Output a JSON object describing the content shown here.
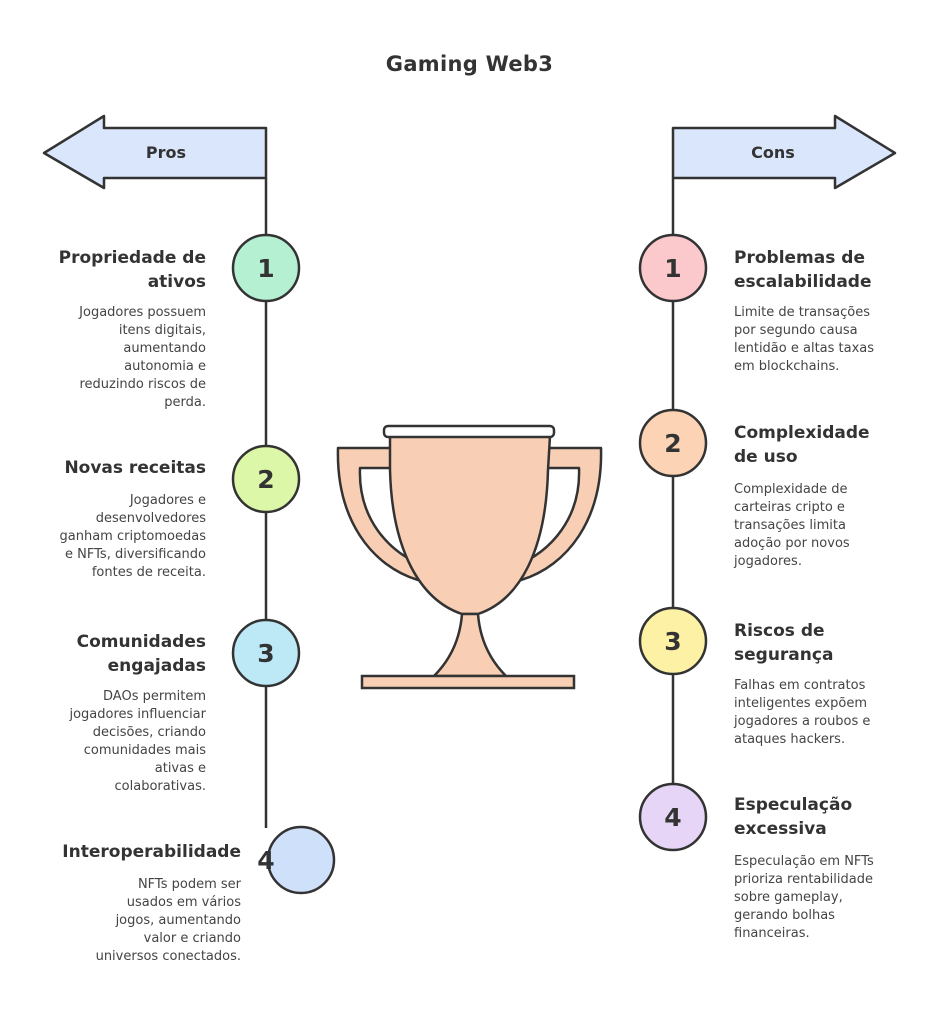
{
  "title": "Gaming Web3",
  "pros": {
    "label": "Pros",
    "items": [
      {
        "number": "1",
        "title_lines": [
          "Propriedade de",
          "ativos"
        ],
        "desc_lines": [
          "Jogadores possuem",
          "itens digitais,",
          "aumentando",
          "autonomia e",
          "reduzindo riscos de",
          "perda."
        ]
      },
      {
        "number": "2",
        "title_lines": [
          "Novas receitas"
        ],
        "desc_lines": [
          "Jogadores e",
          "desenvolvedores",
          "ganham criptomoedas",
          "e NFTs, diversificando",
          "fontes de receita."
        ]
      },
      {
        "number": "3",
        "title_lines": [
          "Comunidades",
          "engajadas"
        ],
        "desc_lines": [
          "DAOs permitem",
          "jogadores influenciar",
          "decisões, criando",
          "comunidades mais",
          "ativas e",
          "colaborativas."
        ]
      },
      {
        "number": "4",
        "title_lines": [
          "Interoperabilidade"
        ],
        "desc_lines": [
          "NFTs podem ser",
          "usados em vários",
          "jogos, aumentando",
          "valor e criando",
          "universos conectados."
        ]
      }
    ]
  },
  "cons": {
    "label": "Cons",
    "items": [
      {
        "number": "1",
        "title_lines": [
          "Problemas de",
          "escalabilidade"
        ],
        "desc_lines": [
          "Limite de transações",
          "por segundo causa",
          "lentidão e altas taxas",
          "em blockchains."
        ]
      },
      {
        "number": "2",
        "title_lines": [
          "Complexidade",
          "de uso"
        ],
        "desc_lines": [
          "Complexidade de",
          "carteiras cripto e",
          "transações limita",
          "adoção por novos",
          "jogadores."
        ]
      },
      {
        "number": "3",
        "title_lines": [
          "Riscos de",
          "segurança"
        ],
        "desc_lines": [
          "Falhas em contratos",
          "inteligentes expõem",
          "jogadores a roubos e",
          "ataques hackers."
        ]
      },
      {
        "number": "4",
        "title_lines": [
          "Especulação",
          "excessiva"
        ],
        "desc_lines": [
          "Especulação em NFTs",
          "prioriza rentabilidade",
          "sobre gameplay,",
          "gerando bolhas",
          "financeiras."
        ]
      }
    ]
  },
  "colors": {
    "pros_badges": [
      "#b6f0d3",
      "#ddf7a8",
      "#bde9f7",
      "#cfe0fb"
    ],
    "cons_badges": [
      "#fbc9cc",
      "#fcd3b4",
      "#fdf1a6",
      "#e7d5f8"
    ],
    "arrow_fill": "#d9e6fb",
    "trophy_fill": "#f8cfb4",
    "stroke": "#333333"
  }
}
